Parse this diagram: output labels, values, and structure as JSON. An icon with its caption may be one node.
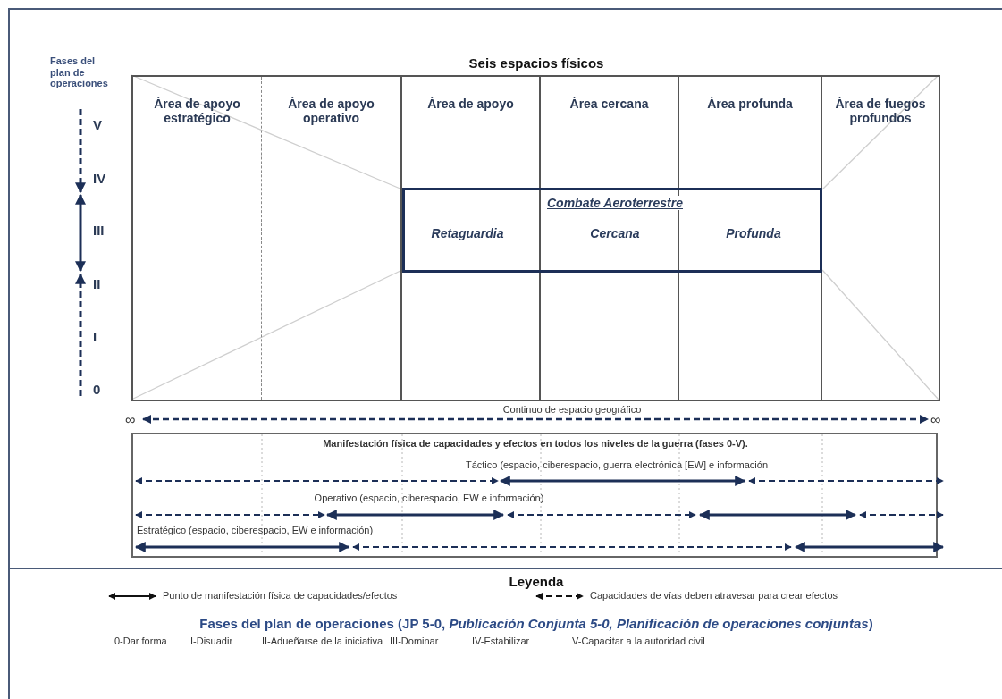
{
  "diagram": {
    "title": "Seis espacios físicos",
    "nodes": [
      {
        "text": [
          "Área de apoyo estratégico"
        ]
      },
      {
        "text": [
          "Área de apoyo operativo"
        ]
      },
      {
        "text": [
          "Área de apoyo"
        ]
      },
      {
        "text": [
          "Área cercana"
        ]
      },
      {
        "text": [
          "Área profunda"
        ]
      },
      {
        "text": [
          "Área de fuegos profundos"
        ]
      },
      {
        "text": [
          "Combate Aeroterrestre",
          "Retaguardia",
          "Cercana",
          "Profunda"
        ]
      },
      {
        "text": [
          "Manifestación física de capacidades y efectos en todos los niveles de la guerra (fases 0-V)."
        ]
      }
    ],
    "labels": [
      "Fases del plan de operaciones",
      "V",
      "IV",
      "III",
      "II",
      "I",
      "0",
      "Continuo de espacio geográfico",
      "∞",
      "∞",
      "Táctico (espacio, ciberespacio, guerra electrónica [EW] e información",
      "Operativo (espacio, ciberespacio, EW e información)",
      "Estratégico (espacio, ciberespacio, EW e información)",
      "Leyenda",
      "Fases del plan de operaciones (JP 5-0, *Publicación Conjunta 5-0, Planificación de operaciones conjuntas*)",
      "0-Dar forma",
      "I-Disuadir",
      "II-Adueñarse de la iniciativa",
      "III-Dominar",
      "IV-Estabilizar",
      "V-Capacitar a la autoridad civil"
    ],
    "legend": [
      {
        "text": "Punto de manifestación física de capacidades/efectos"
      },
      {
        "text": "Capacidades de vías deben atravesar para crear efectos"
      }
    ]
  }
}
